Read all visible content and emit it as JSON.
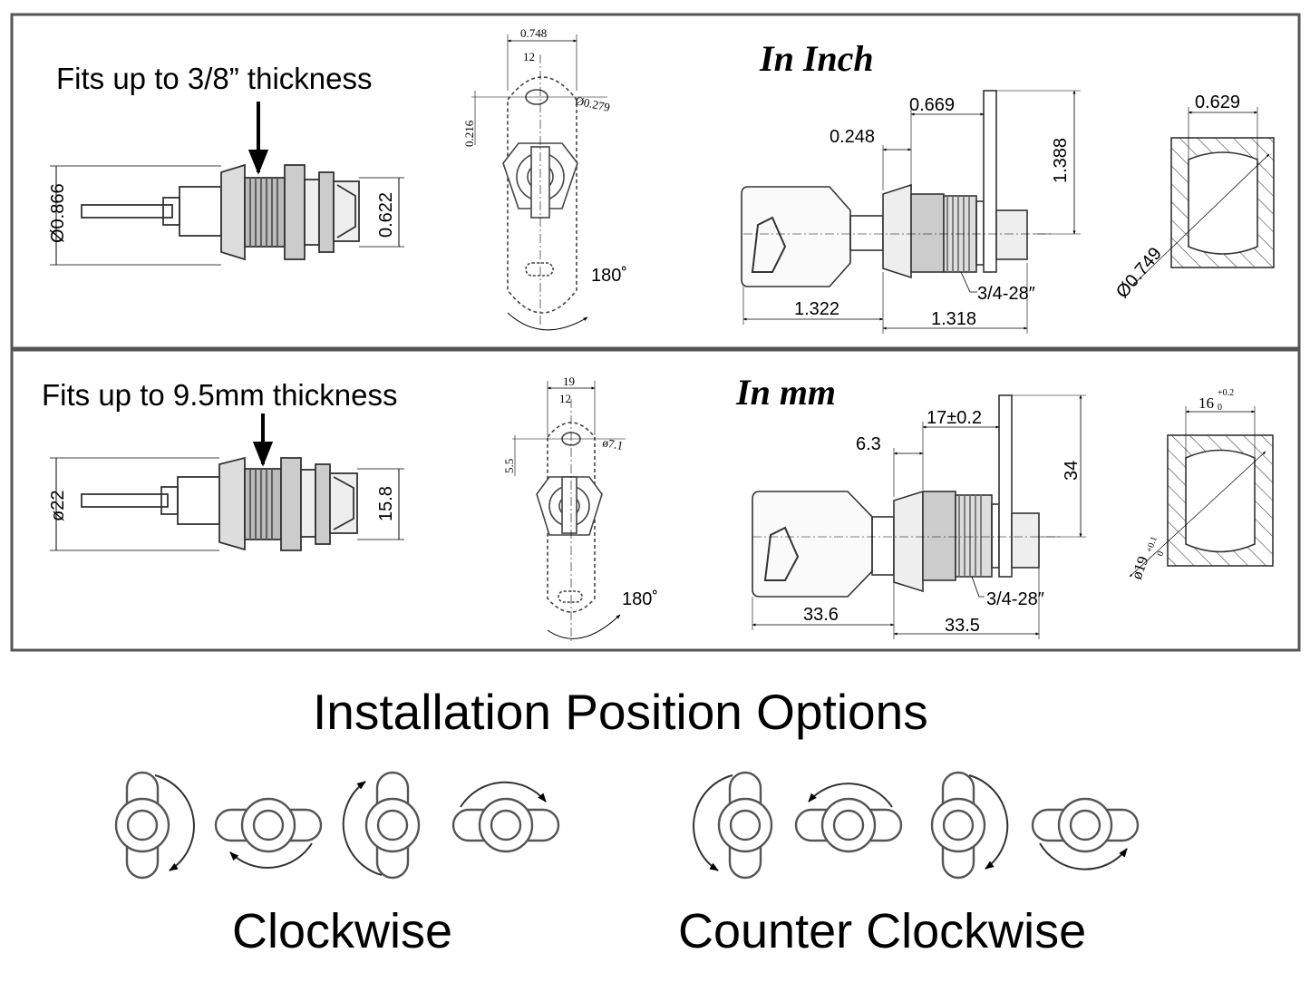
{
  "inch_panel": {
    "header": "In Inch",
    "note": "Fits up to 3/8” thickness",
    "side_view": {
      "dia_body": "Ø0.866",
      "height_nut": "0.622"
    },
    "cam_view": {
      "width": "0.748",
      "inner": "12",
      "hole_dia": "Ø0.279",
      "hole_offset": "0.216",
      "rotation": "180˚"
    },
    "assembly": {
      "d_0669": "0.669",
      "d_0248": "0.248",
      "d_1388": "1.388",
      "d_1322": "1.322",
      "d_1318": "1.318",
      "thread": "3/4-28″"
    },
    "cutout": {
      "width": "0.629",
      "dia": "Ø0.749"
    }
  },
  "mm_panel": {
    "header": "In mm",
    "note": "Fits up to 9.5mm thickness",
    "side_view": {
      "dia_body": "ø22",
      "height_nut": "15.8"
    },
    "cam_view": {
      "width": "19",
      "inner": "12",
      "hole_dia": "ø7.1",
      "hole_offset": "5.5",
      "rotation": "180˚"
    },
    "assembly": {
      "d_17": "17±0.2",
      "d_63": "6.3",
      "d_34": "34",
      "d_336": "33.6",
      "d_335": "33.5",
      "thread": "3/4-28″"
    },
    "cutout": {
      "width": "16",
      "width_tol": "+0.2",
      "width_tol_low": "0",
      "dia": "ø19",
      "dia_tol": "+0.1",
      "dia_tol_low": "0"
    }
  },
  "installation": {
    "title": "Installation Position Options",
    "clockwise_label": "Clockwise",
    "counter_label": "Counter Clockwise"
  },
  "colors": {
    "line": "#000000",
    "frame": "#555555",
    "part": "#333333",
    "hatch": "#444444"
  },
  "icons": [
    "down-arrow-icon",
    "cam-lock-icon",
    "key-icon",
    "rotation-arrow-icon"
  ]
}
